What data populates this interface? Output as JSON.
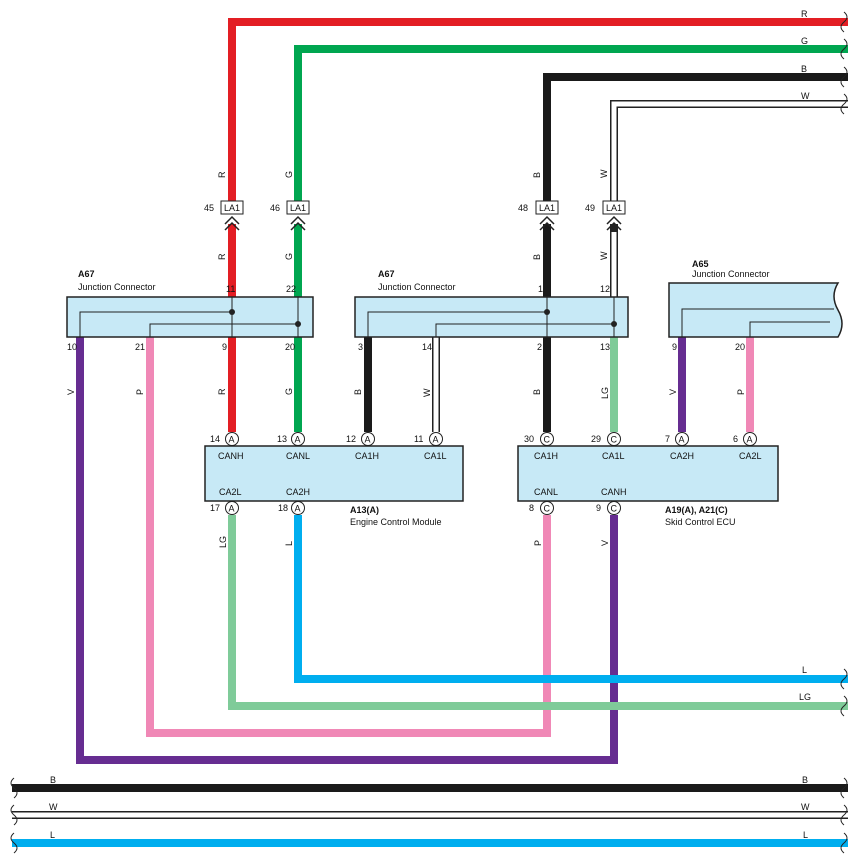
{
  "colors": {
    "R": "#e31e24",
    "G": "#00a650",
    "B": "#1a1a1a",
    "W": "#ffffff",
    "L": "#00aeef",
    "LG": "#7fcb99",
    "V": "#662d91",
    "P": "#f088b6",
    "box_fill": "#c7e9f6",
    "outline": "#222222"
  },
  "wire_labels": {
    "R": "R",
    "G": "G",
    "B": "B",
    "W": "W",
    "L": "L",
    "LG": "LG",
    "V": "V",
    "P": "P"
  },
  "inline_connector": {
    "name": "LA1",
    "pins": [
      {
        "id": "45",
        "wire": "R"
      },
      {
        "id": "46",
        "wire": "G"
      },
      {
        "id": "48",
        "wire": "B"
      },
      {
        "id": "49",
        "wire": "W"
      }
    ]
  },
  "junction_left": {
    "id": "A67",
    "name": "Junction Connector",
    "top_pins": [
      "11",
      "22"
    ],
    "bottom_pins": [
      "10",
      "21",
      "9",
      "20"
    ]
  },
  "junction_mid": {
    "id": "A67",
    "name": "Junction Connector",
    "top_pins": [
      "1",
      "12"
    ],
    "bottom_pins": [
      "3",
      "14",
      "2",
      "13"
    ]
  },
  "junction_right": {
    "id": "A65",
    "name": "Junction Connector",
    "bottom_pins": [
      "9",
      "20"
    ]
  },
  "ecm": {
    "id": "A13(A)",
    "name": "Engine Control Module",
    "top_pins": [
      {
        "num": "14",
        "conn": "A",
        "label": "CANH"
      },
      {
        "num": "13",
        "conn": "A",
        "label": "CANL"
      },
      {
        "num": "12",
        "conn": "A",
        "label": "CA1H"
      },
      {
        "num": "11",
        "conn": "A",
        "label": "CA1L"
      }
    ],
    "bottom_pins": [
      {
        "num": "17",
        "conn": "A",
        "label": "CA2L"
      },
      {
        "num": "18",
        "conn": "A",
        "label": "CA2H"
      }
    ]
  },
  "skid": {
    "id": "A19(A), A21(C)",
    "name": "Skid Control ECU",
    "top_pins": [
      {
        "num": "30",
        "conn": "C",
        "label": "CA1H"
      },
      {
        "num": "29",
        "conn": "C",
        "label": "CA1L"
      },
      {
        "num": "7",
        "conn": "A",
        "label": "CA2H"
      },
      {
        "num": "6",
        "conn": "A",
        "label": "CA2L"
      }
    ],
    "bottom_pins": [
      {
        "num": "8",
        "conn": "C",
        "label": "CANL"
      },
      {
        "num": "9",
        "conn": "C",
        "label": "CANH"
      }
    ]
  }
}
